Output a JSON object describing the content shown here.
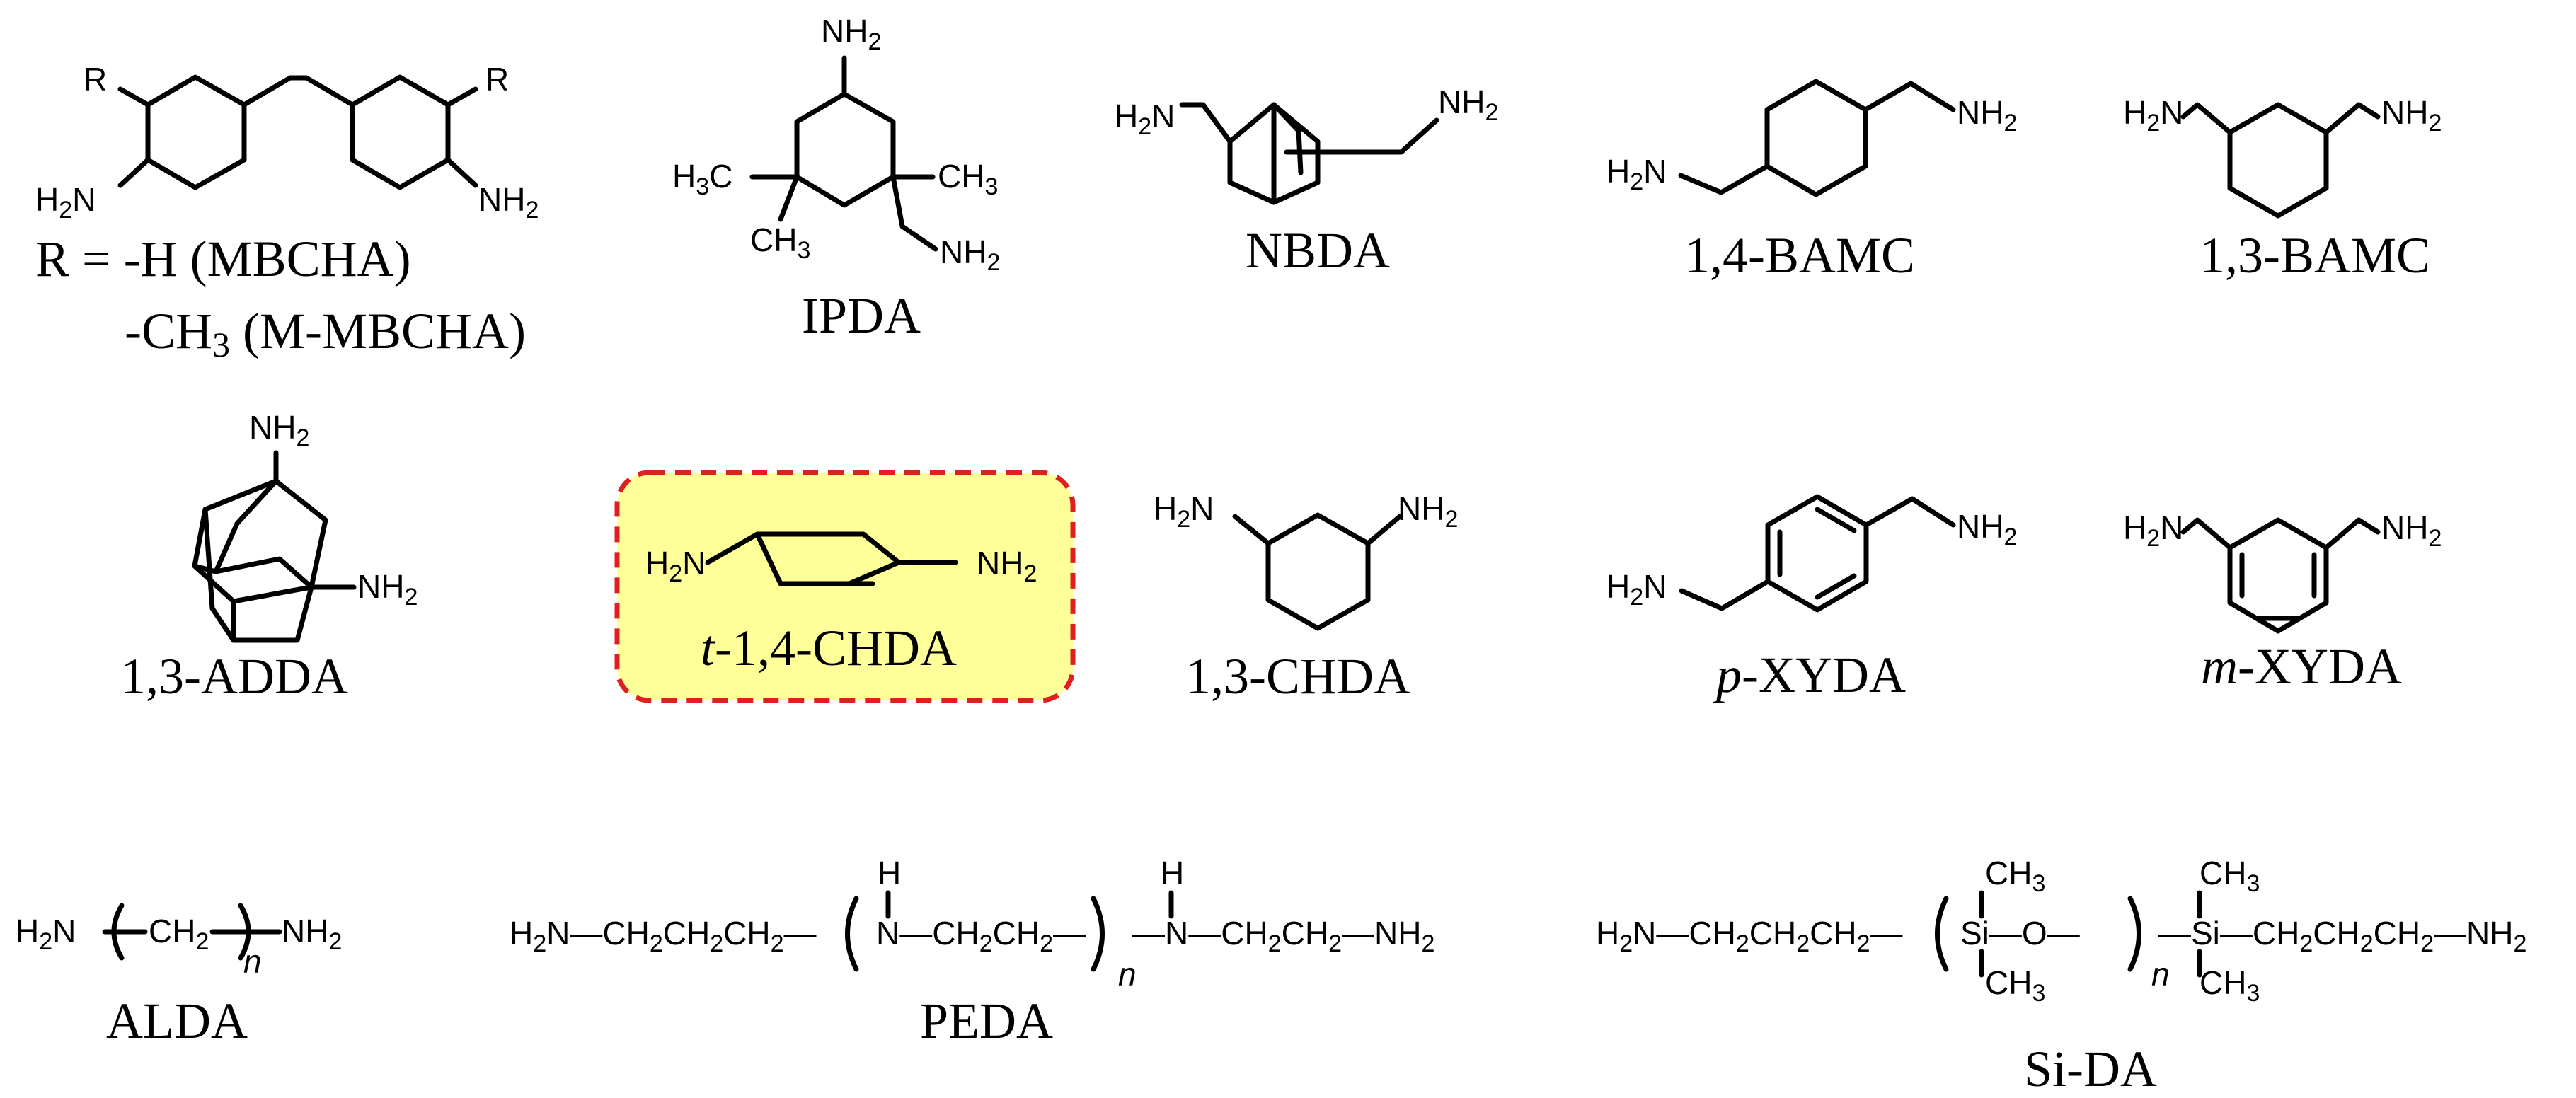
{
  "highlight": {
    "fill": "#ffff99",
    "border": "#e02020"
  },
  "atoms": {
    "nh2": "NH",
    "h2n": "N",
    "h2n_h": "H",
    "sub2": "2",
    "ch3": "CH",
    "sub3": "3",
    "r": "R",
    "h": "H",
    "n": "N",
    "si": "Si",
    "o": "O",
    "ch2": "CH",
    "n_index": "n"
  },
  "compounds": {
    "mbcha": {
      "r_line1": "R = -H   (MBCHA)",
      "r_line2_pre": "-CH",
      "r_line2_sub": "3",
      "r_line2_post": "  (M-MBCHA)"
    },
    "ipda": {
      "name": "IPDA"
    },
    "nbda": {
      "name": "NBDA"
    },
    "bamc14": {
      "name": "1,4-BAMC"
    },
    "bamc13": {
      "name": "1,3-BAMC"
    },
    "adda": {
      "name": "1,3-ADDA"
    },
    "chda14": {
      "name_italic": "t",
      "name_rest": "-1,4-CHDA"
    },
    "chda13": {
      "name": "1,3-CHDA"
    },
    "pxyda": {
      "name_italic": "p",
      "name_rest": "-XYDA"
    },
    "mxyda": {
      "name_italic": "m",
      "name_rest": "-XYDA"
    },
    "alda": {
      "name": "ALDA"
    },
    "peda": {
      "name": "PEDA"
    },
    "sida": {
      "name": "Si-DA"
    }
  }
}
